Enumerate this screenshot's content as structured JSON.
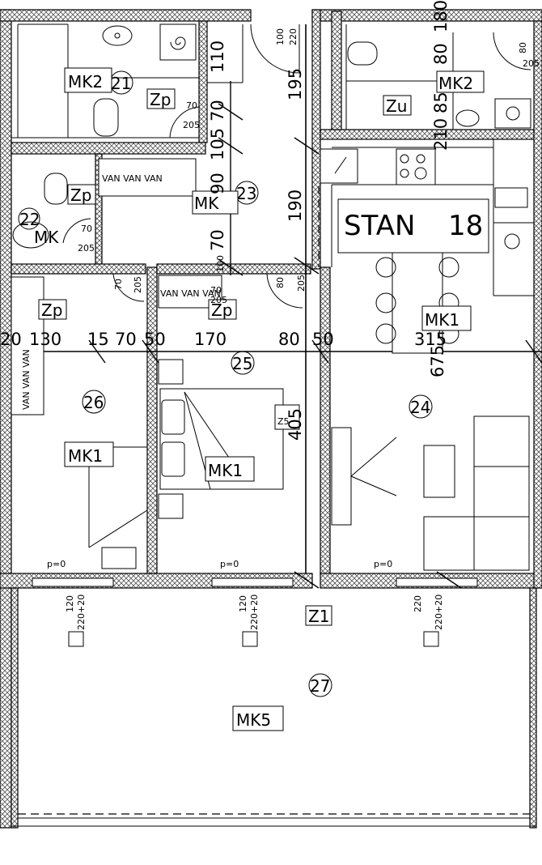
{
  "apartment": {
    "label": "STAN",
    "number": "18"
  },
  "rooms": {
    "r21": "21",
    "r22": "22",
    "r23": "23",
    "r24": "24",
    "r25": "25",
    "r26": "26",
    "r27": "27"
  },
  "tags": {
    "mk2_a": "MK2",
    "mk2_b": "MK2",
    "mk_c": "MK",
    "mk_d": "MK",
    "mk1_a": "MK1",
    "mk1_b": "MK1",
    "mk1_c": "MK1",
    "mk5": "MK5",
    "zp_a": "Zp",
    "zp_b": "Zp",
    "zp_c": "Zp",
    "zp_d": "Zp",
    "zu": "Zu",
    "z1": "Z1",
    "z_box": "Z5"
  },
  "dimensions": {
    "d20": "20",
    "d130": "130",
    "d15": "15",
    "d70a": "70",
    "d50a": "50",
    "d170": "170",
    "d80": "80",
    "d50b": "50",
    "d315": "315",
    "d675": "675",
    "d405": "405",
    "d195": "195",
    "d190": "190",
    "d110": "110",
    "d70b": "70",
    "d105": "105",
    "d90": "90",
    "d70c": "70",
    "d100": "100",
    "d180": "180",
    "d85": "85",
    "d80b": "80",
    "d210": "210"
  },
  "door_tags": {
    "a_top": "70",
    "a_bot": "205",
    "b_top": "70",
    "b_bot": "205",
    "c_top": "70",
    "c_bot": "205",
    "d_top": "80",
    "d_bot": "205",
    "e_top": "100",
    "e_bot": "220",
    "f_top": "80",
    "f_bot": "205",
    "g_top": "70",
    "g_bot": "205"
  },
  "windows": [
    {
      "a": "120",
      "b": "220+20"
    },
    {
      "a": "120",
      "b": "220+20"
    },
    {
      "a": "220",
      "b": "220+20"
    }
  ],
  "floor_marks": {
    "p1": "p=0",
    "p2": "p=0",
    "p3": "p=0"
  },
  "wardrobe_text": "VAN VAN VAN"
}
